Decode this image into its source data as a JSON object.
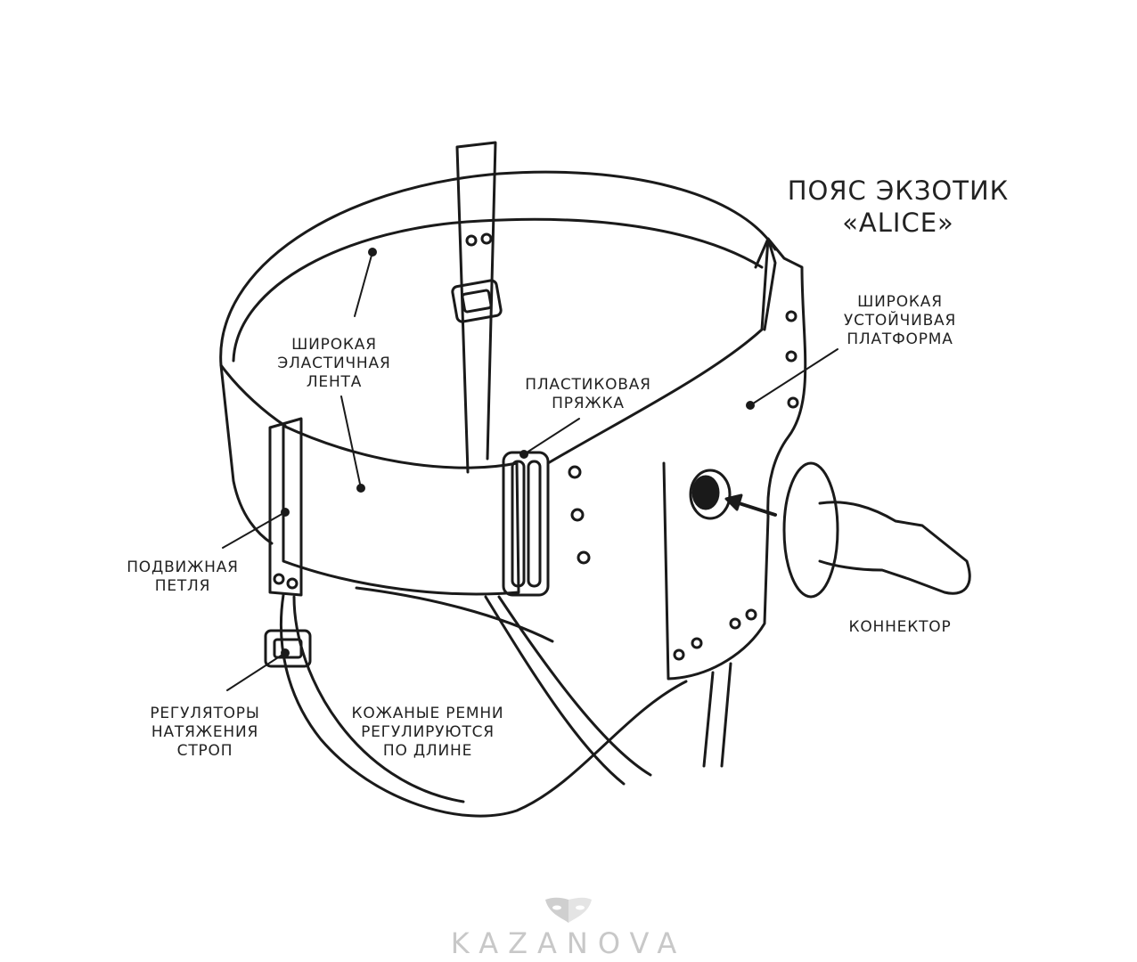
{
  "title": {
    "line1": "ПОЯС ЭКЗОТИК",
    "line2": "«ALICE»"
  },
  "labels": {
    "elastic_band": [
      "ШИРОКАЯ",
      "ЭЛАСТИЧНАЯ",
      "ЛЕНТА"
    ],
    "plastic_buckle": [
      "ПЛАСТИКОВАЯ",
      "ПРЯЖКА"
    ],
    "platform": [
      "ШИРОКАЯ",
      "УСТОЙЧИВАЯ",
      "ПЛАТФОРМА"
    ],
    "movable_loop": [
      "ПОДВИЖНАЯ",
      "ПЕТЛЯ"
    ],
    "connector": [
      "КОННЕКТОР"
    ],
    "regulators": [
      "РЕГУЛЯТОРЫ",
      "НАТЯЖЕНИЯ",
      "СТРОП"
    ],
    "leather_straps": [
      "КОЖАНЫЕ РЕМНИ",
      "РЕГУЛИРУЮТСЯ",
      "ПО ДЛИНЕ"
    ]
  },
  "logo": {
    "text": "KAZANOVA",
    "icon": "theater-mask-icon"
  },
  "colors": {
    "line": "#1a1a1a",
    "logo": "#c8c8c8"
  }
}
